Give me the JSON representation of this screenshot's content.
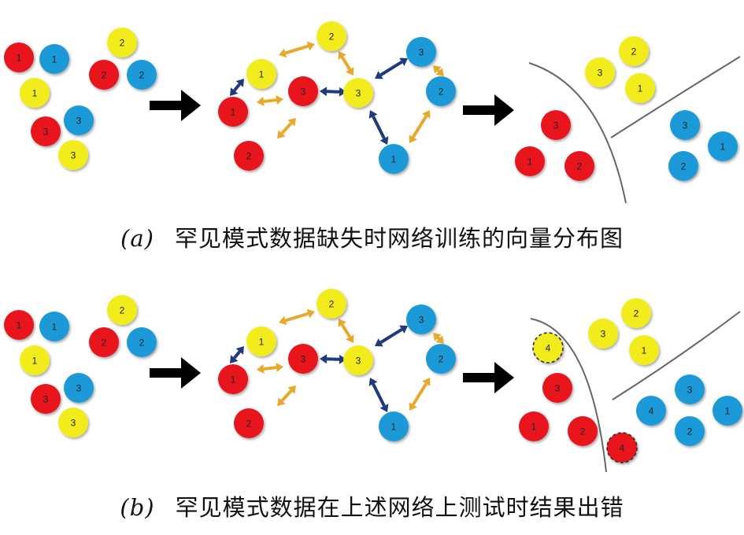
{
  "panels": [
    {
      "caption_label": "(a)",
      "caption_text": "罕见模式数据缺失时网络训练的向量分布图",
      "left_nodes": [
        {
          "c": "red",
          "n": "1"
        },
        {
          "c": "blue",
          "n": "1"
        },
        {
          "c": "yellow",
          "n": "2"
        },
        {
          "c": "red",
          "n": "2"
        },
        {
          "c": "blue",
          "n": "2"
        },
        {
          "c": "yellow",
          "n": "1"
        },
        {
          "c": "red",
          "n": "3"
        },
        {
          "c": "blue",
          "n": "3"
        },
        {
          "c": "yellow",
          "n": "3"
        }
      ],
      "middle_nodes": [
        {
          "c": "yellow",
          "n": "2"
        },
        {
          "c": "yellow",
          "n": "1"
        },
        {
          "c": "red",
          "n": "3"
        },
        {
          "c": "yellow",
          "n": "3"
        },
        {
          "c": "blue",
          "n": "3"
        },
        {
          "c": "blue",
          "n": "2"
        },
        {
          "c": "red",
          "n": "1"
        },
        {
          "c": "red",
          "n": "2"
        },
        {
          "c": "blue",
          "n": "1"
        }
      ],
      "right_nodes": [
        {
          "c": "yellow",
          "n": "2"
        },
        {
          "c": "yellow",
          "n": "3"
        },
        {
          "c": "yellow",
          "n": "1"
        },
        {
          "c": "red",
          "n": "3"
        },
        {
          "c": "red",
          "n": "1"
        },
        {
          "c": "red",
          "n": "2"
        },
        {
          "c": "blue",
          "n": "3"
        },
        {
          "c": "blue",
          "n": "1"
        },
        {
          "c": "blue",
          "n": "2"
        }
      ]
    },
    {
      "caption_label": "(b)",
      "caption_text": "罕见模式数据在上述网络上测试时结果出错",
      "left_nodes": [
        {
          "c": "red",
          "n": "1"
        },
        {
          "c": "blue",
          "n": "1"
        },
        {
          "c": "yellow",
          "n": "2"
        },
        {
          "c": "red",
          "n": "2"
        },
        {
          "c": "blue",
          "n": "2"
        },
        {
          "c": "yellow",
          "n": "1"
        },
        {
          "c": "red",
          "n": "3"
        },
        {
          "c": "blue",
          "n": "3"
        },
        {
          "c": "yellow",
          "n": "3"
        }
      ],
      "middle_nodes": [
        {
          "c": "yellow",
          "n": "2"
        },
        {
          "c": "yellow",
          "n": "1"
        },
        {
          "c": "red",
          "n": "3"
        },
        {
          "c": "yellow",
          "n": "3"
        },
        {
          "c": "blue",
          "n": "3"
        },
        {
          "c": "blue",
          "n": "2"
        },
        {
          "c": "red",
          "n": "1"
        },
        {
          "c": "red",
          "n": "2"
        },
        {
          "c": "blue",
          "n": "1"
        }
      ],
      "right_nodes": [
        {
          "c": "yellow",
          "n": "2"
        },
        {
          "c": "yellow",
          "n": "3"
        },
        {
          "c": "yellow",
          "n": "1"
        },
        {
          "c": "yellow",
          "n": "4",
          "dashed": true
        },
        {
          "c": "red",
          "n": "3"
        },
        {
          "c": "red",
          "n": "1"
        },
        {
          "c": "red",
          "n": "2"
        },
        {
          "c": "red",
          "n": "4",
          "dashed": true
        },
        {
          "c": "blue",
          "n": "3"
        },
        {
          "c": "blue",
          "n": "4"
        },
        {
          "c": "blue",
          "n": "1"
        },
        {
          "c": "blue",
          "n": "2"
        }
      ]
    }
  ],
  "colors": {
    "red": "#e8141c",
    "blue": "#1a9ad8",
    "yellow": "#f2ec1a",
    "gold_arrow": "#e8a82a",
    "navy_arrow": "#1f3a7a",
    "black_arrow": "#000000",
    "boundary": "#666666"
  }
}
